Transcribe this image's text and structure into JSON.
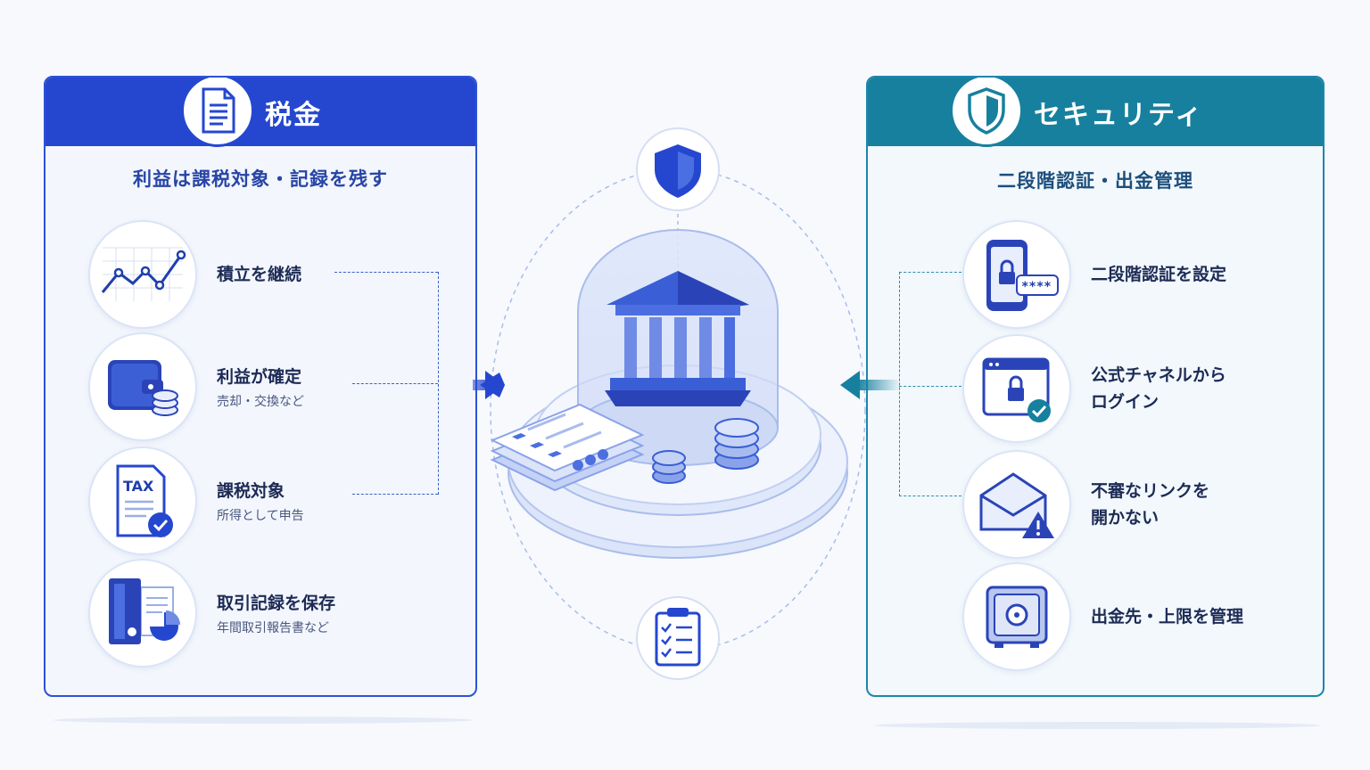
{
  "tax": {
    "title": "税金",
    "subtitle": "利益は課税対象・記録を残す",
    "items": [
      {
        "title": "積立を継続",
        "sub": ""
      },
      {
        "title": "利益が確定",
        "sub": "売却・交換など"
      },
      {
        "title": "課税対象",
        "sub": "所得として申告"
      },
      {
        "title": "取引記録を保存",
        "sub": "年間取引報告書など"
      }
    ],
    "tax_doc_label": "TAX"
  },
  "security": {
    "title": "セキュリティ",
    "subtitle": "二段階認証・出金管理",
    "items": [
      {
        "title": "二段階認証を設定"
      },
      {
        "title": "公式チャネルから",
        "title2": "ログイン"
      },
      {
        "title": "不審なリンクを",
        "title2": "開かない"
      },
      {
        "title": "出金先・上限を管理"
      }
    ],
    "password_mask": "****"
  },
  "colors": {
    "tax_accent": "#2547d0",
    "security_accent": "#17809f"
  },
  "icons": {
    "tax_header": "document-icon",
    "security_header": "shield-icon",
    "center_top": "shield-icon",
    "center_bottom": "clipboard-checklist-icon",
    "center_main": "bank-building-icon"
  }
}
